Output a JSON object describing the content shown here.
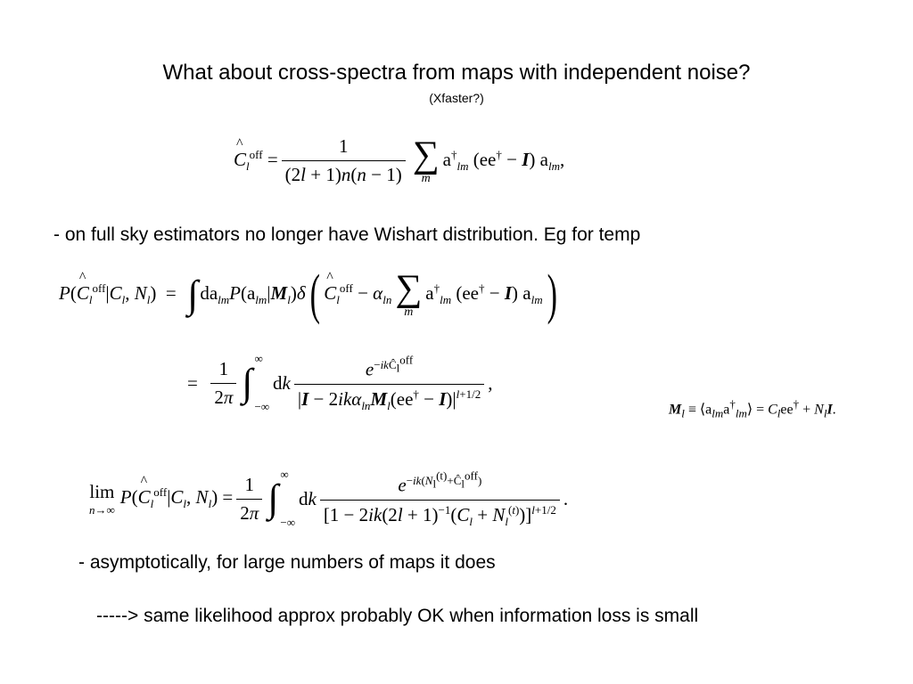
{
  "slide": {
    "title": "What about cross-spectra from maps with independent noise?",
    "subtitle": "(Xfaster?)",
    "bullet_1": "- on full sky estimators no longer have Wishart distribution. Eg for temp",
    "bullet_2": "- asymptotically, for large numbers of maps it does",
    "bullet_3": "-----> same likelihood approx probably OK when information loss is small"
  }
}
